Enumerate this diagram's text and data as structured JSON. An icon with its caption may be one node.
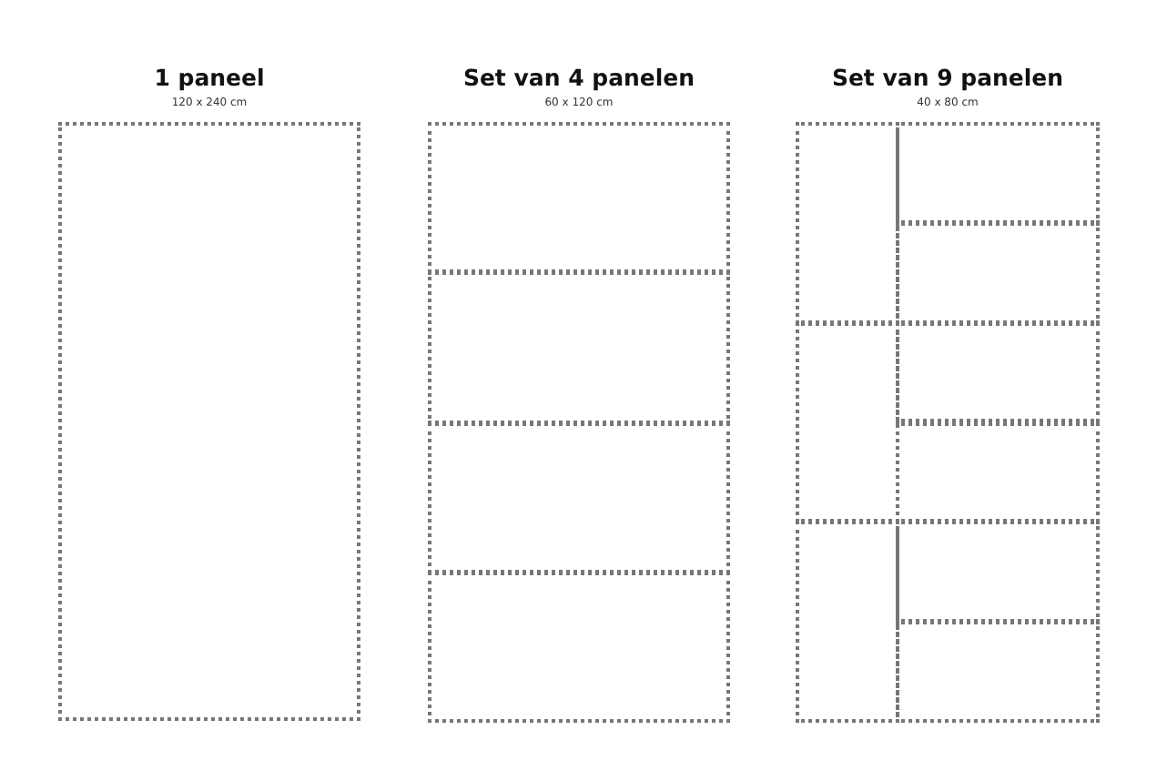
{
  "diagram": {
    "nodes": [
      {
        "text": [
          "1 paneel",
          "120 x 240 cm"
        ]
      },
      {
        "text": [],
        "shape": "box",
        "in": 0
      },
      {
        "text": [
          "Set van 4 panelen",
          "60 x 120 cm"
        ]
      },
      {
        "text": [],
        "shape": "box",
        "in": 2
      },
      {
        "text": [],
        "shape": "box",
        "in": 2
      },
      {
        "text": [],
        "shape": "box",
        "in": 2
      },
      {
        "text": [],
        "shape": "box",
        "in": 2
      },
      {
        "text": [
          "Set van 9 panelen",
          "40 x 80 cm"
        ]
      },
      {
        "text": [],
        "shape": "box",
        "in": 7
      },
      {
        "text": [],
        "shape": "box",
        "in": 7
      },
      {
        "text": [],
        "shape": "box",
        "in": 7
      },
      {
        "text": [],
        "shape": "box",
        "in": 7
      },
      {
        "text": [],
        "shape": "box",
        "in": 7
      },
      {
        "text": [],
        "shape": "box",
        "in": 7
      },
      {
        "text": [],
        "shape": "box",
        "in": 7
      },
      {
        "text": [],
        "shape": "box",
        "in": 7
      },
      {
        "text": [],
        "shape": "box",
        "in": 7
      }
    ]
  }
}
